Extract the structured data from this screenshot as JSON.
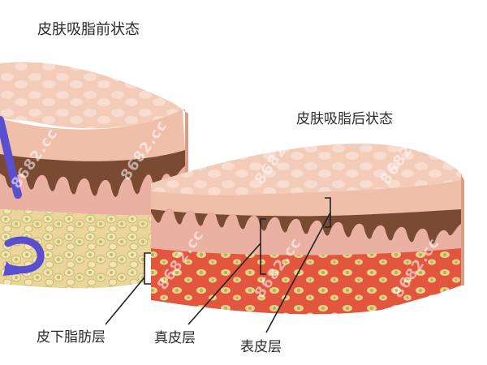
{
  "titles": {
    "before": "皮肤吸脂前状态",
    "after": "皮肤吸脂后状态"
  },
  "layer_labels": {
    "subcutaneous_fat": "皮下脂肪层",
    "dermis": "真皮层",
    "epidermis": "表皮层"
  },
  "watermark": "8682.cc",
  "colors": {
    "epidermis": "#f4c6b4",
    "epidermis_light": "#f8dccf",
    "dermis_brown": "#7b4a33",
    "dermis_pink": "#eab0a2",
    "fat_yellow": "#e9d99a",
    "fat_red": "#e2553f",
    "cannula_blue": "#5a4fd0"
  }
}
